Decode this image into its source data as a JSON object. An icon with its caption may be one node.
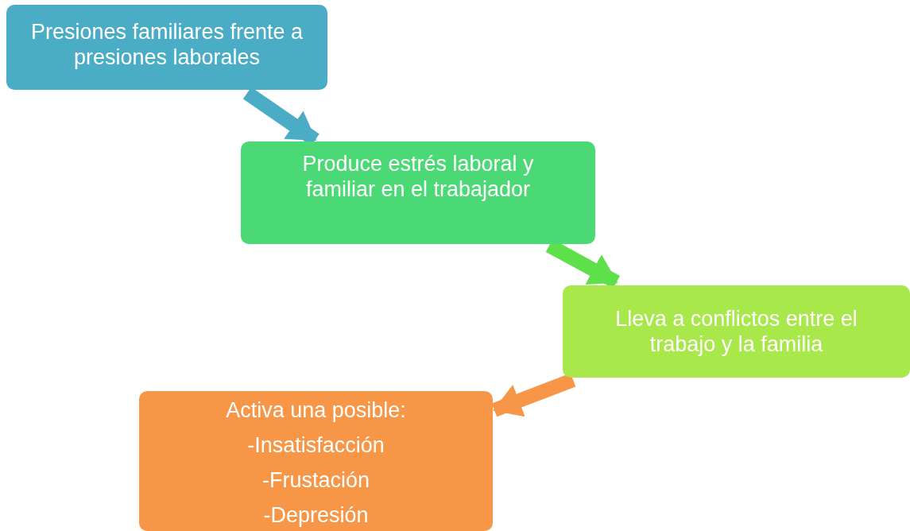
{
  "diagram": {
    "nodes": [
      {
        "text": [
          "Presiones familiares frente a presiones laborales"
        ]
      },
      {
        "text": [
          "Produce estrés laboral y familiar en el trabajador"
        ]
      },
      {
        "text": [
          "Lleva a conflictos entre el trabajo y la familia"
        ]
      },
      {
        "text": [
          "Activa una posible:",
          "-Insatisfacción",
          "-Frustación",
          "-Depresión"
        ]
      }
    ],
    "edges": [
      {
        "from": 0,
        "to": 1,
        "arrow": "to",
        "color": "#4bacc6"
      },
      {
        "from": 1,
        "to": 2,
        "arrow": "to",
        "color": "#5ee04a"
      },
      {
        "from": 2,
        "to": 3,
        "arrow": "to",
        "color": "#f79646"
      }
    ]
  }
}
